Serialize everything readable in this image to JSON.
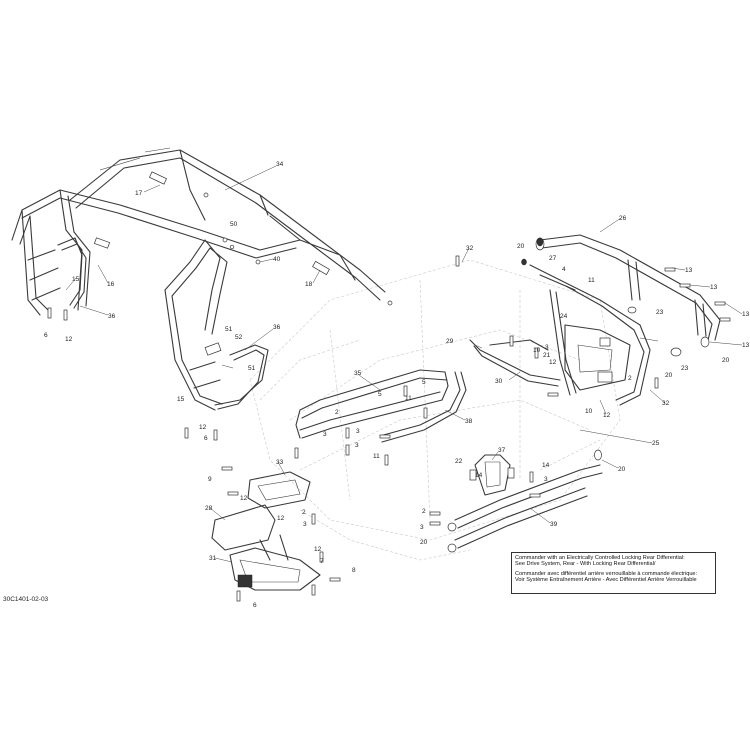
{
  "figure": {
    "reference_code": "30C1401-02-03",
    "note": {
      "en_line1": "Commander with an Electrically Controlled Locking Rear Differential:",
      "en_line2": "See Drive System, Rear - With Locking Rear Differential/",
      "fr_line1": "Commander avec différentiel arrière verrouillable à commande électrique:",
      "fr_line2": "Voir Système Entraînement Arrière - Avec Différentiel Arrière Verrouillable"
    },
    "callouts": [
      {
        "id": "c34",
        "text": "34"
      },
      {
        "id": "c17",
        "text": "17"
      },
      {
        "id": "c50",
        "text": "50"
      },
      {
        "id": "c40",
        "text": "40"
      },
      {
        "id": "c18",
        "text": "18"
      },
      {
        "id": "c15a",
        "text": "15"
      },
      {
        "id": "c16",
        "text": "16"
      },
      {
        "id": "c36a",
        "text": "36"
      },
      {
        "id": "c6a",
        "text": "6"
      },
      {
        "id": "c12a",
        "text": "12"
      },
      {
        "id": "c51a",
        "text": "51"
      },
      {
        "id": "c52",
        "text": "52"
      },
      {
        "id": "c51b",
        "text": "51"
      },
      {
        "id": "c36b",
        "text": "36"
      },
      {
        "id": "c15b",
        "text": "15"
      },
      {
        "id": "c12b",
        "text": "12"
      },
      {
        "id": "c6b",
        "text": "6"
      },
      {
        "id": "c35",
        "text": "35"
      },
      {
        "id": "c2a",
        "text": "2"
      },
      {
        "id": "c3a",
        "text": "3"
      },
      {
        "id": "c5a",
        "text": "5"
      },
      {
        "id": "c5b",
        "text": "5"
      },
      {
        "id": "c11a",
        "text": "11"
      },
      {
        "id": "c3b",
        "text": "3"
      },
      {
        "id": "c3c",
        "text": "3"
      },
      {
        "id": "c11b",
        "text": "11"
      },
      {
        "id": "c38",
        "text": "38"
      },
      {
        "id": "c32a",
        "text": "32"
      },
      {
        "id": "c26",
        "text": "26"
      },
      {
        "id": "c20a",
        "text": "20"
      },
      {
        "id": "c27",
        "text": "27"
      },
      {
        "id": "c4",
        "text": "4"
      },
      {
        "id": "c11c",
        "text": "11"
      },
      {
        "id": "c13a",
        "text": "13"
      },
      {
        "id": "c13b",
        "text": "13"
      },
      {
        "id": "c13c",
        "text": "13"
      },
      {
        "id": "c13d",
        "text": "13"
      },
      {
        "id": "c24",
        "text": "24"
      },
      {
        "id": "c23a",
        "text": "23"
      },
      {
        "id": "c29",
        "text": "29"
      },
      {
        "id": "c10a",
        "text": "10"
      },
      {
        "id": "c3d",
        "text": "3"
      },
      {
        "id": "c21",
        "text": "21"
      },
      {
        "id": "c12c",
        "text": "12"
      },
      {
        "id": "c23b",
        "text": "23"
      },
      {
        "id": "c20b",
        "text": "20"
      },
      {
        "id": "c20c",
        "text": "20"
      },
      {
        "id": "c30",
        "text": "30"
      },
      {
        "id": "c2b",
        "text": "2"
      },
      {
        "id": "c32b",
        "text": "32"
      },
      {
        "id": "c10b",
        "text": "10"
      },
      {
        "id": "c12d",
        "text": "12"
      },
      {
        "id": "c25",
        "text": "25"
      },
      {
        "id": "c20d",
        "text": "20"
      },
      {
        "id": "c22",
        "text": "22"
      },
      {
        "id": "c37",
        "text": "37"
      },
      {
        "id": "c14a",
        "text": "14"
      },
      {
        "id": "c14b",
        "text": "14"
      },
      {
        "id": "c3e",
        "text": "3"
      },
      {
        "id": "c2c",
        "text": "2"
      },
      {
        "id": "c39",
        "text": "39"
      },
      {
        "id": "c20e",
        "text": "20"
      },
      {
        "id": "c3f",
        "text": "3"
      },
      {
        "id": "c33",
        "text": "33"
      },
      {
        "id": "c9",
        "text": "9"
      },
      {
        "id": "c12e",
        "text": "12"
      },
      {
        "id": "c28",
        "text": "28"
      },
      {
        "id": "c2d",
        "text": "2"
      },
      {
        "id": "c12f",
        "text": "12"
      },
      {
        "id": "c3g",
        "text": "3"
      },
      {
        "id": "c31",
        "text": "31"
      },
      {
        "id": "c12g",
        "text": "12"
      },
      {
        "id": "c7",
        "text": "7"
      },
      {
        "id": "c8",
        "text": "8"
      },
      {
        "id": "c6c",
        "text": "6"
      }
    ]
  }
}
